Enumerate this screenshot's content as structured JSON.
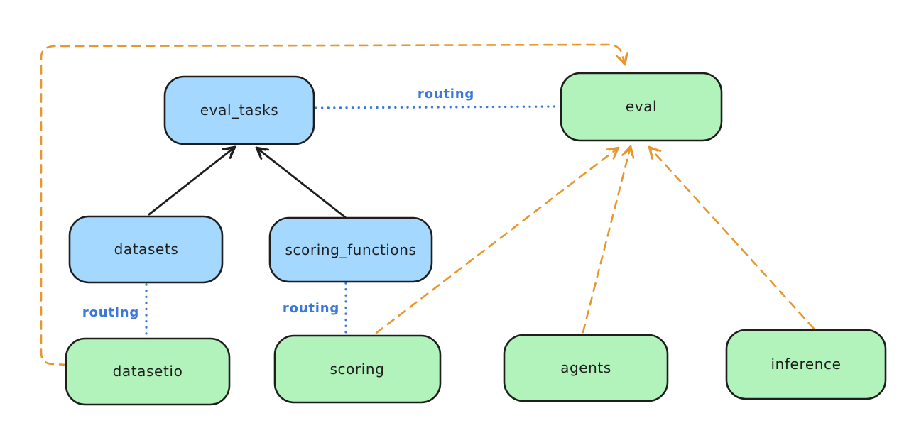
{
  "diagram": {
    "type": "flow-diagram",
    "background": "#ffffff",
    "nodes": [
      {
        "id": "eval_tasks",
        "label": "eval_tasks",
        "kind": "resource",
        "fill": "#a5d8ff"
      },
      {
        "id": "eval",
        "label": "eval",
        "kind": "api",
        "fill": "#b2f2bb"
      },
      {
        "id": "datasets",
        "label": "datasets",
        "kind": "resource",
        "fill": "#a5d8ff"
      },
      {
        "id": "scoring_functions",
        "label": "scoring_functions",
        "kind": "resource",
        "fill": "#a5d8ff"
      },
      {
        "id": "datasetio",
        "label": "datasetio",
        "kind": "api",
        "fill": "#b2f2bb"
      },
      {
        "id": "scoring",
        "label": "scoring",
        "kind": "api",
        "fill": "#b2f2bb"
      },
      {
        "id": "agents",
        "label": "agents",
        "kind": "api",
        "fill": "#b2f2bb"
      },
      {
        "id": "inference",
        "label": "inference",
        "kind": "api",
        "fill": "#b2f2bb"
      }
    ],
    "edges": [
      {
        "from": "datasets",
        "to": "eval_tasks",
        "style": "solid-arrow",
        "color": "#1e1e1e"
      },
      {
        "from": "scoring_functions",
        "to": "eval_tasks",
        "style": "solid-arrow",
        "color": "#1e1e1e"
      },
      {
        "from": "eval_tasks",
        "to": "eval",
        "style": "dotted",
        "color": "#3b78d8",
        "label": "routing"
      },
      {
        "from": "datasets",
        "to": "datasetio",
        "style": "dotted",
        "color": "#3b78d8",
        "label": "routing"
      },
      {
        "from": "scoring_functions",
        "to": "scoring",
        "style": "dotted",
        "color": "#3b78d8",
        "label": "routing"
      },
      {
        "from": "datasetio",
        "to": "eval",
        "style": "dashed-arrow",
        "color": "#e8962e"
      },
      {
        "from": "scoring",
        "to": "eval",
        "style": "dashed-arrow",
        "color": "#e8962e"
      },
      {
        "from": "agents",
        "to": "eval",
        "style": "dashed-arrow",
        "color": "#e8962e"
      },
      {
        "from": "inference",
        "to": "eval",
        "style": "dashed-arrow",
        "color": "#e8962e"
      }
    ],
    "colors": {
      "node_stroke": "#1e1e1e",
      "blue_node_fill": "#a5d8ff",
      "green_node_fill": "#b2f2bb",
      "routing_label_blue": "#3b78d8",
      "dashed_arrow_orange": "#e8962e",
      "solid_arrow_black": "#1e1e1e"
    }
  }
}
